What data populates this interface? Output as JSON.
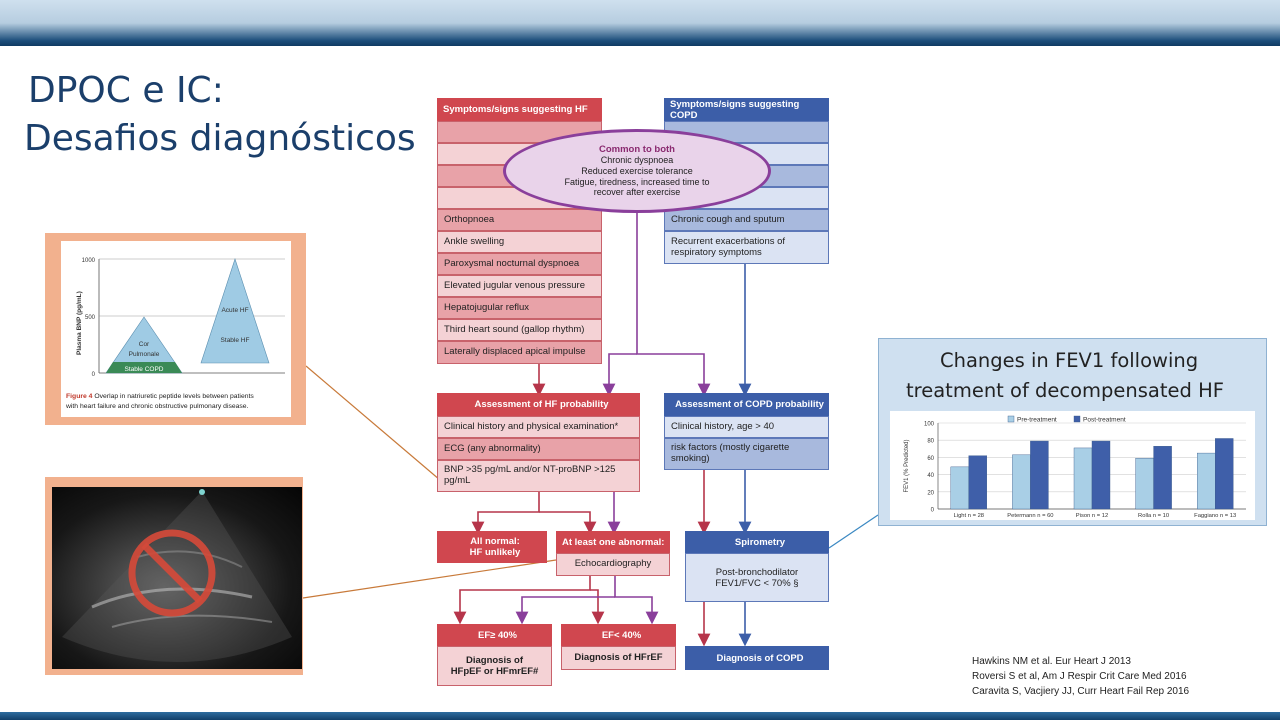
{
  "slide": {
    "title_line1": "DPOC e IC:",
    "title_line2": "Desafios diagnósticos"
  },
  "flowchart": {
    "hf_header": "Symptoms/signs suggesting HF",
    "copd_header": "Symptoms/signs suggesting COPD",
    "common": {
      "title": "Common to both",
      "items": [
        "Chronic dyspnoea",
        "Reduced exercise tolerance",
        "Fatigue, tiredness, increased time to",
        "recover after exercise"
      ]
    },
    "hf_signs": [
      "Orthopnoea",
      "Ankle swelling",
      "Paroxysmal nocturnal dyspnoea",
      "Elevated jugular venous pressure",
      "Hepatojugular reflux",
      "Third heart sound (gallop rhythm)",
      "Laterally displaced apical impulse"
    ],
    "copd_signs": [
      "Chronic cough and sputum",
      "Recurrent exacerbations of respiratory symptoms"
    ],
    "hf_assess": {
      "header": "Assessment of HF probability",
      "items": [
        "Clinical history and physical examination*",
        "ECG (any abnormality)",
        "BNP >35 pg/mL and/or NT-proBNP >125 pg/mL"
      ]
    },
    "copd_assess": {
      "header": "Assessment of COPD probability",
      "items": [
        "Clinical history, age > 40",
        "risk factors (mostly cigarette smoking)"
      ]
    },
    "all_normal": [
      "All normal:",
      "HF unlikely"
    ],
    "abnormal": {
      "header": "At least one abnormal:",
      "item": "Echocardiography"
    },
    "spirometry": {
      "header": "Spirometry",
      "line1": "Post-bronchodilator",
      "line2": "FEV1/FVC < 70% §"
    },
    "ef_high": {
      "header": "EF≥ 40%",
      "line1": "Diagnosis of",
      "line2": "HFpEF or HFmrEF#"
    },
    "ef_low": {
      "header": "EF< 40%",
      "line1": "Diagnosis of HFrEF"
    },
    "copd_dx": "Diagnosis of COPD"
  },
  "bnp_figure": {
    "ylabel": "Plasma BNP (pg/mL)",
    "ticks": [
      "1000",
      "500",
      "0"
    ],
    "shapes": {
      "cor": "Cor",
      "pulmonale": "Pulmonale",
      "stable_copd": "Stable COPD",
      "acute_hf": "Acute HF",
      "stable_hf": "Stable HF"
    },
    "caption_label": "Figure 4",
    "caption_line1": "Overlap in natriuretic peptide levels between patients",
    "caption_line2": "with heart failure and chronic obstructive pulmonary disease."
  },
  "fev1": {
    "title_line1": "Changes in FEV1 following",
    "title_line2": "treatment of decompensated HF"
  },
  "chart_data": {
    "type": "bar",
    "categories": [
      "Light n = 28",
      "Petermann n = 60",
      "Pison n = 12",
      "Rolla n = 10",
      "Faggiano n = 13"
    ],
    "series": [
      {
        "name": "Pre-treatment",
        "values": [
          49,
          63,
          71,
          59,
          65
        ]
      },
      {
        "name": "Post-treatment",
        "values": [
          62,
          79,
          79,
          73,
          82
        ]
      }
    ],
    "ylabel": "FEV1 (% Predicted)",
    "ylim": [
      0,
      100
    ],
    "yticks": [
      "0",
      "20",
      "40",
      "60",
      "80",
      "100"
    ],
    "colors": {
      "pre": "#a9cfe6",
      "post": "#3f5fa9"
    },
    "grid": true,
    "legend": "top"
  },
  "references": [
    "Hawkins NM et al. Eur Heart J 2013",
    "Roversi S et al, Am J Respir Crit Care Med  2016",
    "Caravita S, Vacjiery JJ, Curr Heart Fail Rep 2016"
  ],
  "colors": {
    "hf_red": "#d0474f",
    "copd_blue": "#3c5ea8",
    "ellipse_purple": "#8a3f9b",
    "panel_orange": "#f2b18e",
    "title_blue": "#1b3f6b"
  }
}
